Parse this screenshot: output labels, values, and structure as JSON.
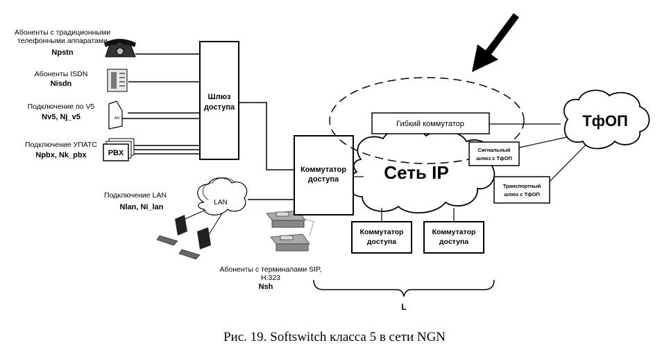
{
  "subscribers": {
    "pstn": {
      "label_line1": "Абоненты с традиционными",
      "label_line2": "телефонными аппаратами",
      "count": "Npstn"
    },
    "isdn": {
      "label": "Абоненты ISDN",
      "count": "Nisdn"
    },
    "v5": {
      "label": "Подключение по V5",
      "count": "Nv5, Nj_v5"
    },
    "upats": {
      "label": "Подключение УПАТС",
      "count": "Npbx, Nk_pbx",
      "pbx_label": "PBX"
    },
    "lan": {
      "label": "Подключение LAN",
      "count": "Nlan, Ni_lan",
      "cloud_label": "LAN"
    },
    "sip": {
      "label_line1": "Абоненты с терминалами SIP,",
      "label_line2": "H.323",
      "count": "Nsh"
    }
  },
  "nodes": {
    "access_gateway": {
      "line1": "Шлюз",
      "line2": "доступа"
    },
    "access_switch_main": {
      "line1": "Коммутатор",
      "line2": "доступа"
    },
    "access_switch_2": {
      "line1": "Коммутатор",
      "line2": "доступа"
    },
    "access_switch_3": {
      "line1": "Коммутатор",
      "line2": "доступа"
    },
    "softswitch": "Гибкий коммутатор",
    "signal_gateway": {
      "line1": "Сигнальный",
      "line2": "шлюз с ТфОП"
    },
    "transport_gateway": {
      "line1": "Транспортный",
      "line2": "шлюз с ТфОП"
    },
    "ip_network": "Сеть IP",
    "pstn_cloud": "ТфОП",
    "span_label": "L"
  },
  "caption": "Рис. 19. Softswitch класса 5 в сети NGN"
}
